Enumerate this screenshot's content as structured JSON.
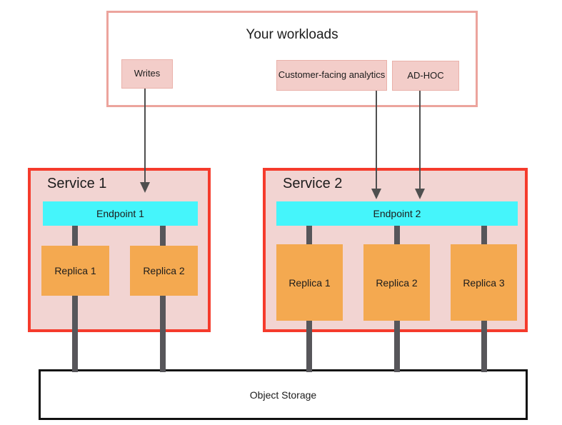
{
  "workloads": {
    "title": "Your workloads",
    "items": [
      {
        "label": "Writes"
      },
      {
        "label": "Customer-facing analytics"
      },
      {
        "label": "AD-HOC"
      }
    ]
  },
  "services": [
    {
      "name": "Service 1",
      "endpoint": {
        "label": "Endpoint 1"
      },
      "replicas": [
        {
          "label": "Replica 1"
        },
        {
          "label": "Replica 2"
        }
      ]
    },
    {
      "name": "Service 2",
      "endpoint": {
        "label": "Endpoint 2"
      },
      "replicas": [
        {
          "label": "Replica 1"
        },
        {
          "label": "Replica 2"
        },
        {
          "label": "Replica 3"
        }
      ]
    }
  ],
  "storage": {
    "label": "Object Storage"
  },
  "icons": [
    {
      "name": "down-arrow-icon",
      "glyph": "▼"
    }
  ],
  "colors": {
    "workloads_border": "#eca49d",
    "workload_item_bg": "#f3cdc9",
    "workload_item_border": "#eab1aa",
    "service_bg": "#f2d4d2",
    "service_border": "#f53b2c",
    "endpoint_bg": "#45f5fb",
    "replica_bg": "#f4a950",
    "connector": "#57565a",
    "arrow": "#4f4f4f",
    "storage_border": "#111111",
    "text": "#1c1c1c"
  }
}
